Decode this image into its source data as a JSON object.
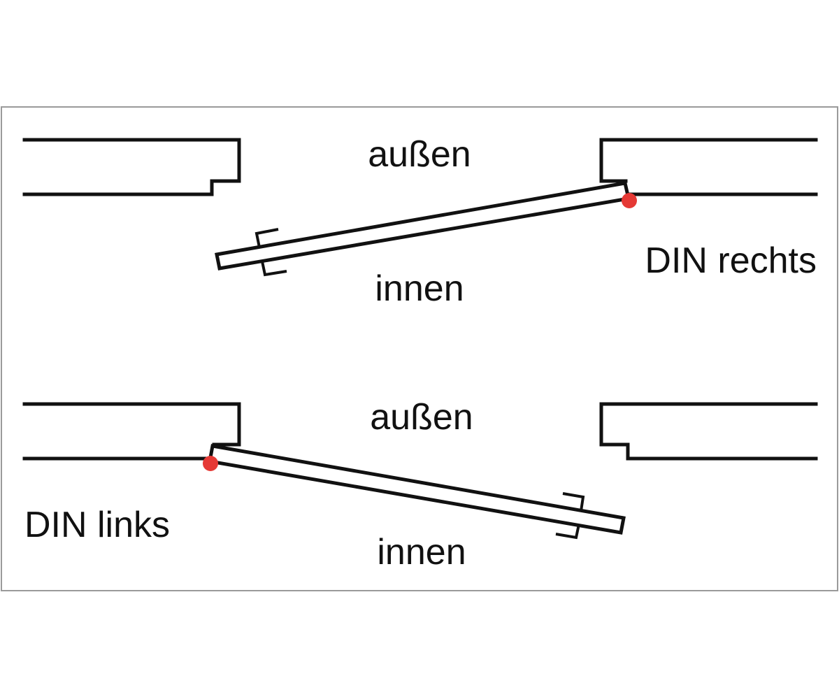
{
  "labels": {
    "top_outside": "außen",
    "top_inside": "innen",
    "top_hinge_side": "DIN rechts",
    "bottom_outside": "außen",
    "bottom_inside": "innen",
    "bottom_hinge_side": "DIN links"
  },
  "colors": {
    "frame_border": "#9a9a9a",
    "line": "#111111",
    "hinge": "#e53935",
    "background": "#ffffff"
  }
}
